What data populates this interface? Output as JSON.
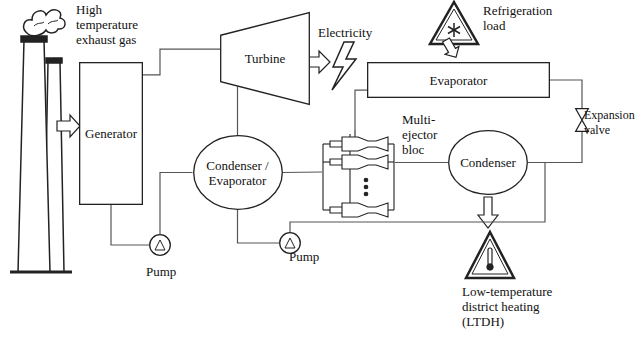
{
  "diagram": {
    "nodes": [
      {
        "text": [
          "Generator"
        ]
      },
      {
        "text": [
          "Turbine"
        ]
      },
      {
        "text": [
          "Condenser / Evaporator"
        ]
      },
      {
        "text": [
          "Pump"
        ]
      },
      {
        "text": [
          "Pump"
        ]
      },
      {
        "text": [
          "Multi-ejector bloc"
        ]
      },
      {
        "text": [
          "Evaporator"
        ]
      },
      {
        "text": [
          "Condenser"
        ]
      },
      {
        "text": [
          "Expansion valve"
        ]
      }
    ],
    "edges": [
      {
        "from": 0,
        "to": 1,
        "arrow": "none"
      },
      {
        "from": 1,
        "to": 2,
        "arrow": "none"
      },
      {
        "from": 2,
        "to": 3,
        "arrow": "none"
      },
      {
        "from": 3,
        "to": 0,
        "arrow": "none"
      },
      {
        "from": 2,
        "to": 5,
        "arrow": "none"
      },
      {
        "from": 4,
        "to": 2,
        "arrow": "none"
      },
      {
        "from": 6,
        "to": 5,
        "arrow": "none"
      },
      {
        "from": 5,
        "to": 7,
        "arrow": "none"
      },
      {
        "from": 7,
        "to": 8,
        "arrow": "none"
      },
      {
        "from": 8,
        "to": 6,
        "arrow": "none"
      },
      {
        "from": 7,
        "to": 4,
        "arrow": "none"
      }
    ],
    "labels": [
      "High temperature exhaust gas",
      "Electricity",
      "Refrigeration load",
      "Low-temperature district heating (LTDH)"
    ]
  }
}
